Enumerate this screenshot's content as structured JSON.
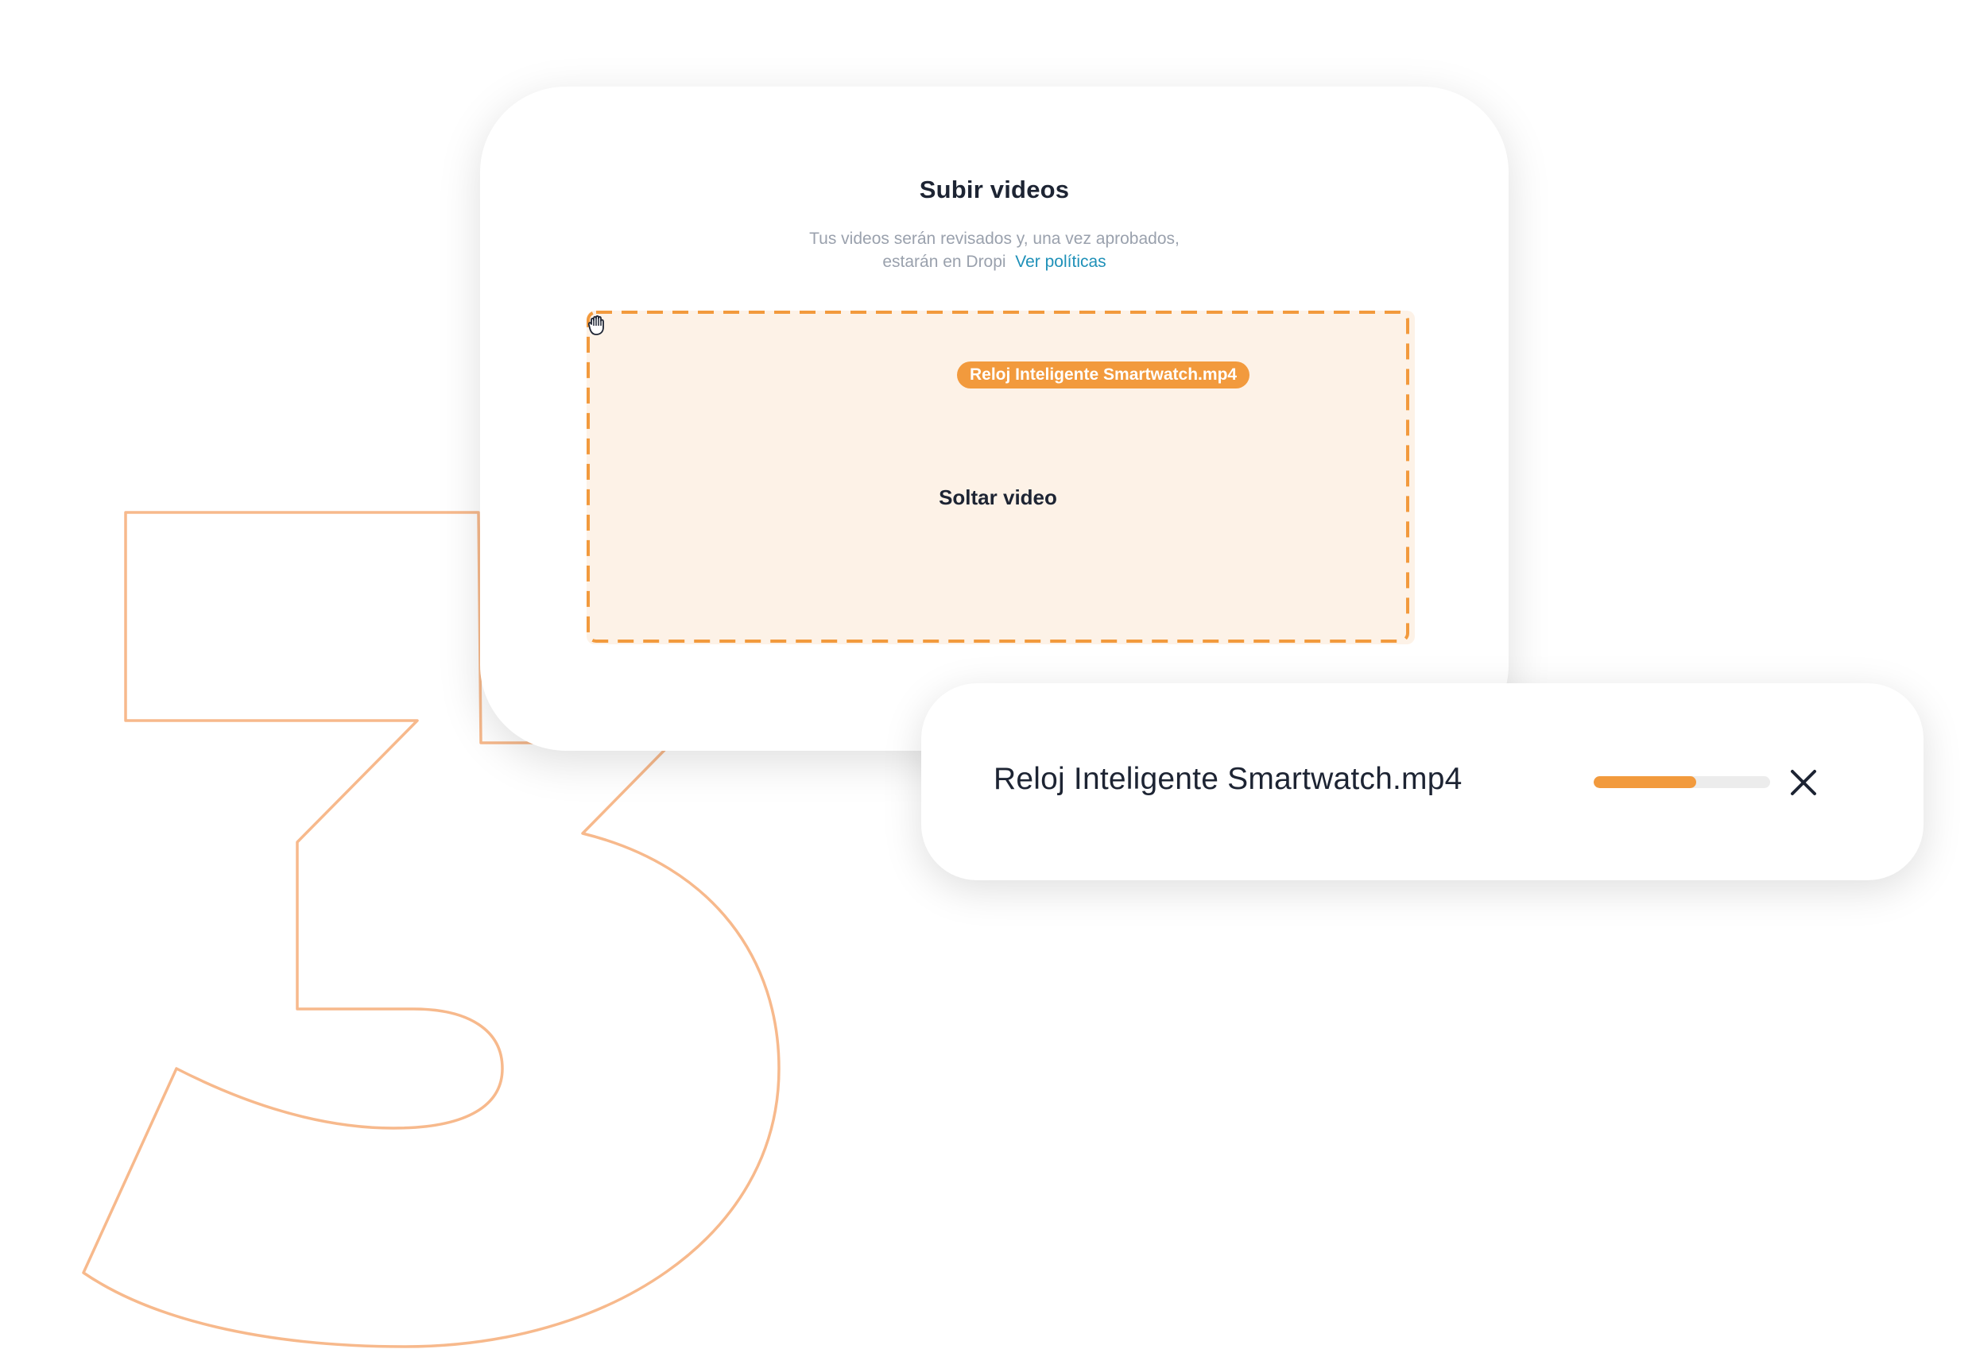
{
  "upload_dialog": {
    "title": "Subir videos",
    "description_line1": "Tus videos serán revisados y, una vez aprobados,",
    "description_line2": "estarán en Dropi",
    "policy_link": "Ver políticas",
    "drop_label": "Soltar video",
    "dragged_file": "Reloj Inteligente Smartwatch.mp4"
  },
  "upload_progress": {
    "file_name": "Reloj Inteligente Smartwatch.mp4",
    "progress_fraction": 0.58,
    "close_icon": "close-icon"
  },
  "decoration": {
    "step_number_icon": "number-three-outline"
  },
  "colors": {
    "accent": "#f29a3d",
    "outline": "#f7b98c",
    "dropzone_bg": "#fdf2e7",
    "link": "#1e90b8",
    "text_dark": "#1d2433",
    "text_muted": "#9aa1ad"
  }
}
